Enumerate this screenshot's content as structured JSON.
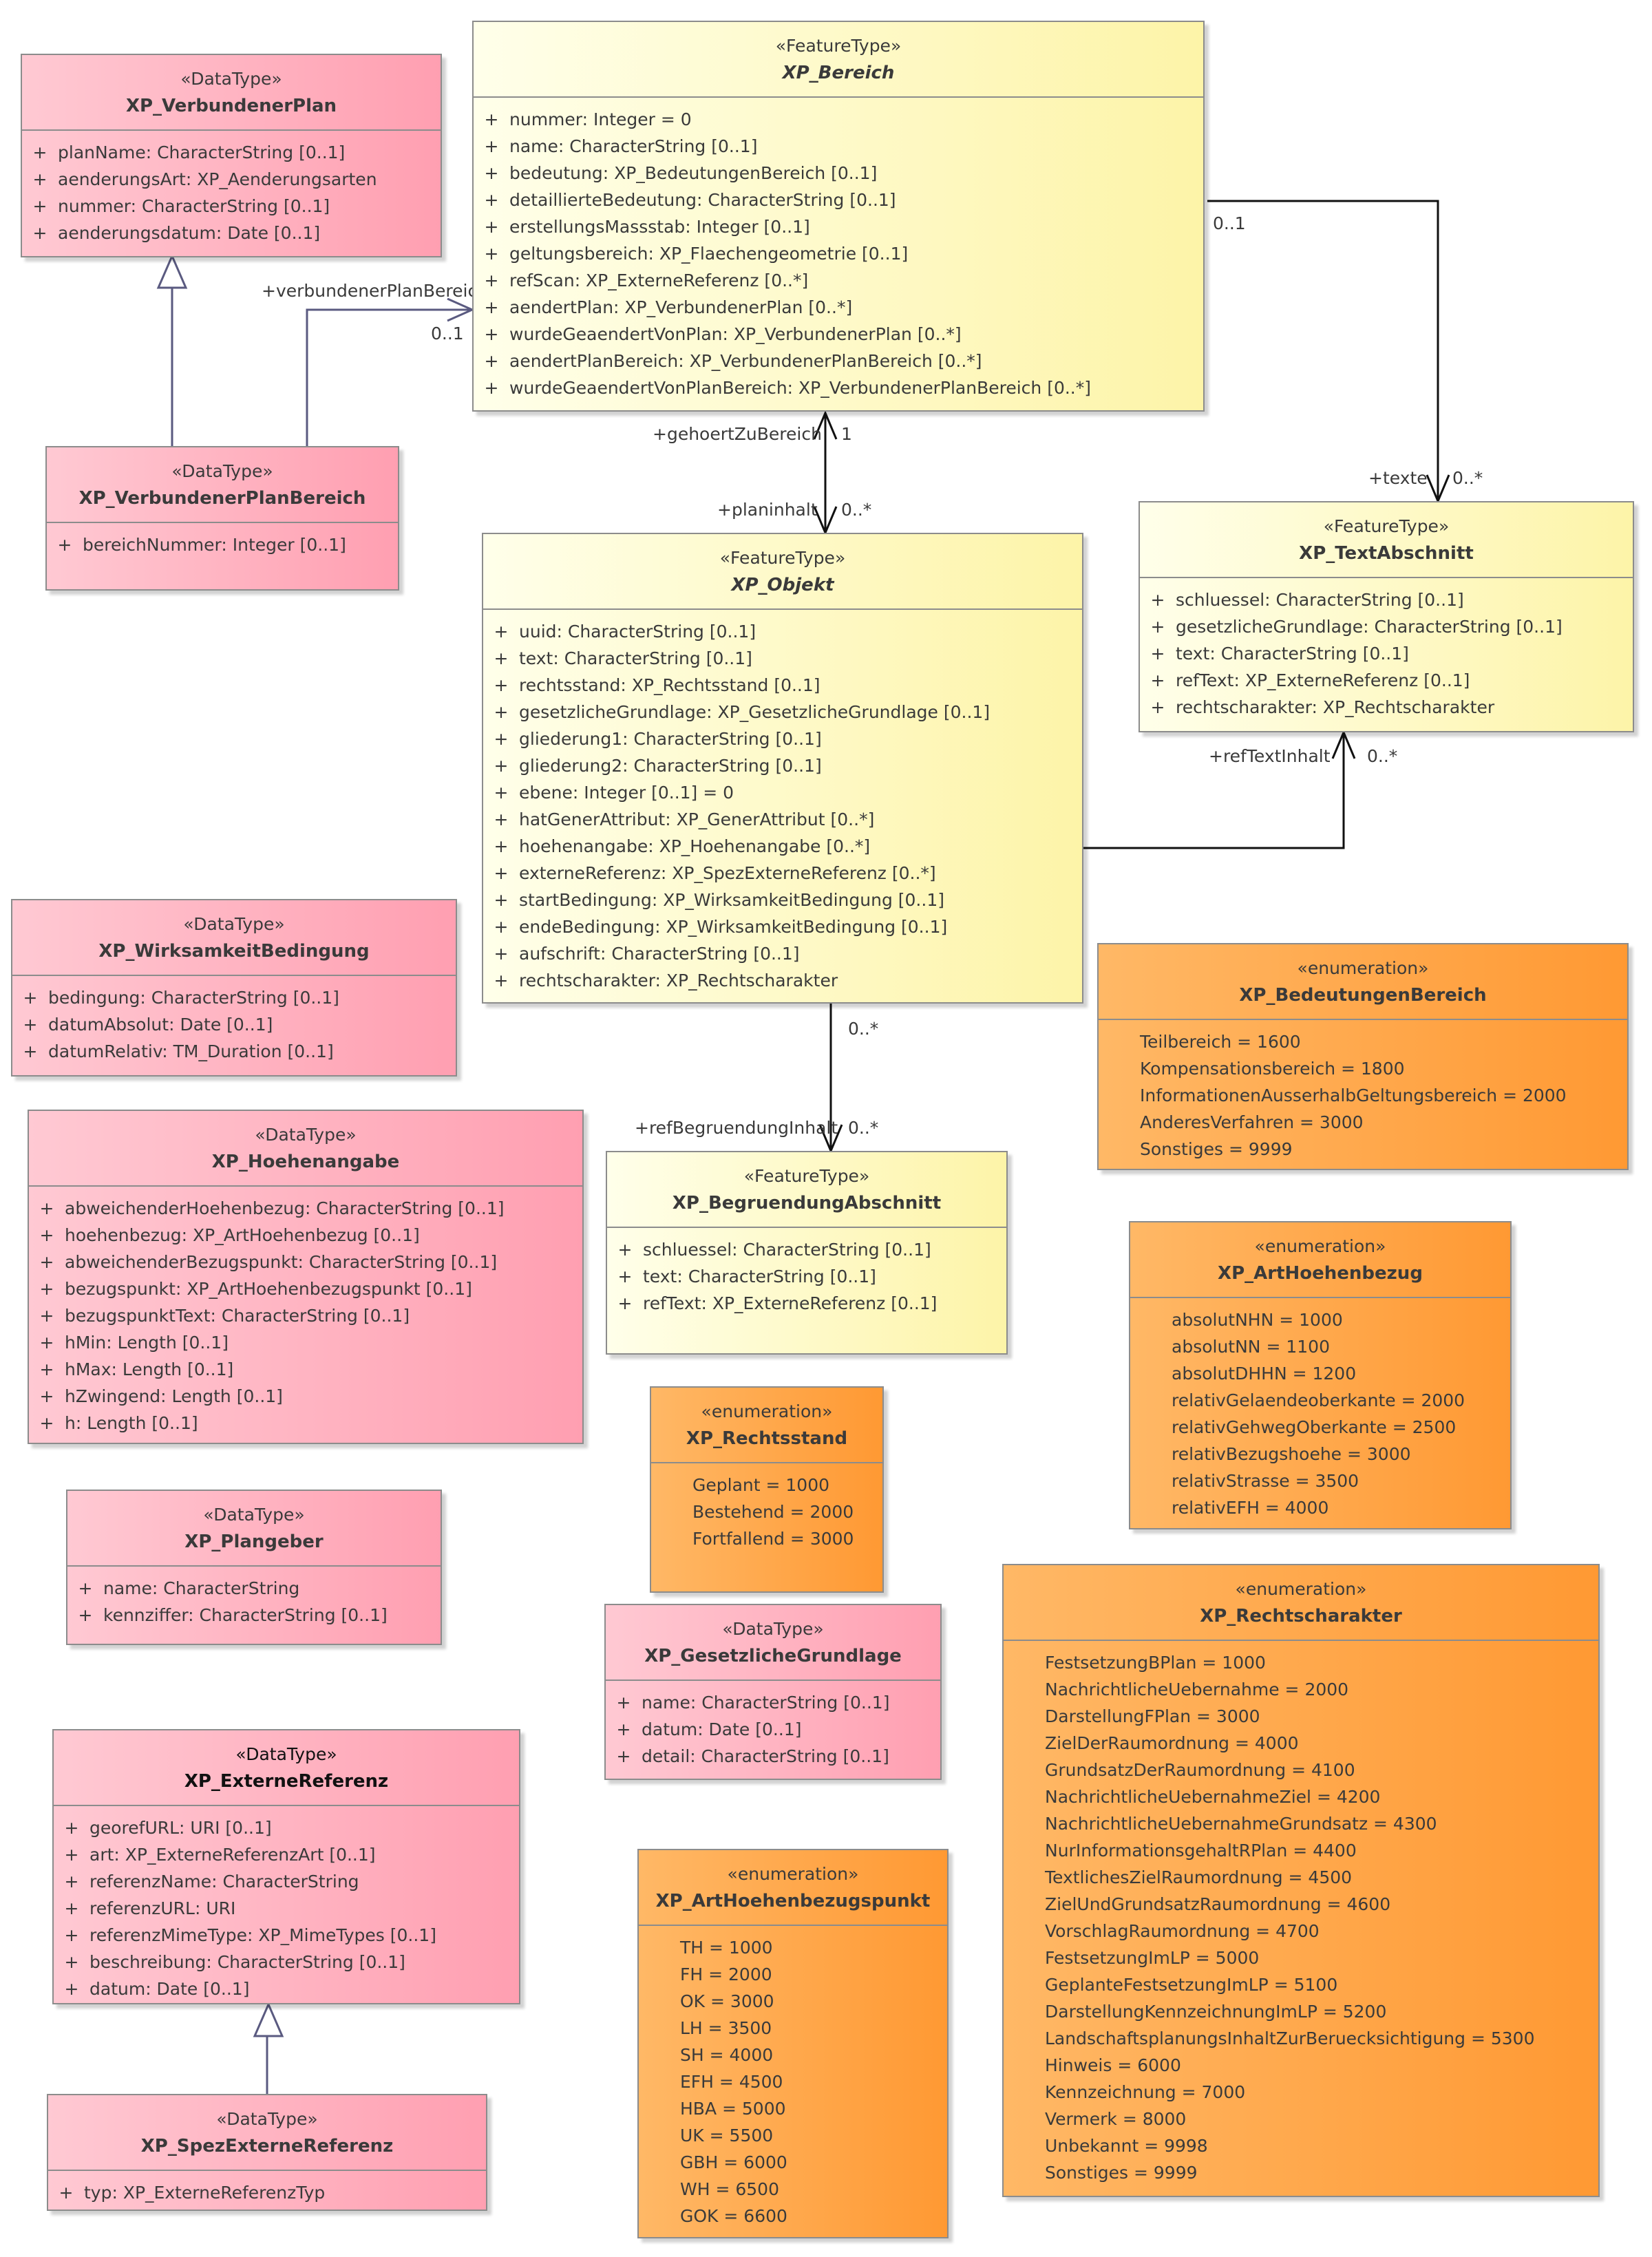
{
  "classes": {
    "verbundenerPlan": {
      "stereotype": "«DataType»",
      "name": "XP_VerbundenerPlan",
      "attrs": [
        {
          "vis": "+",
          "text": "planName: CharacterString [0..1]"
        },
        {
          "vis": "+",
          "text": "aenderungsArt: XP_Aenderungsarten"
        },
        {
          "vis": "+",
          "text": "nummer: CharacterString [0..1]"
        },
        {
          "vis": "+",
          "text": "aenderungsdatum: Date [0..1]"
        }
      ]
    },
    "bereich": {
      "stereotype": "«FeatureType»",
      "name": "XP_Bereich",
      "attrs": [
        {
          "vis": "+",
          "text": "nummer: Integer = 0"
        },
        {
          "vis": "+",
          "text": "name: CharacterString [0..1]"
        },
        {
          "vis": "+",
          "text": "bedeutung: XP_BedeutungenBereich [0..1]"
        },
        {
          "vis": "+",
          "text": "detaillierteBedeutung: CharacterString [0..1]"
        },
        {
          "vis": "+",
          "text": "erstellungsMassstab: Integer [0..1]"
        },
        {
          "vis": "+",
          "text": "geltungsbereich: XP_Flaechengeometrie [0..1]"
        },
        {
          "vis": "+",
          "text": "refScan: XP_ExterneReferenz [0..*]"
        },
        {
          "vis": "+",
          "text": "aendertPlan: XP_VerbundenerPlan [0..*]"
        },
        {
          "vis": "+",
          "text": "wurdeGeaendertVonPlan: XP_VerbundenerPlan [0..*]"
        },
        {
          "vis": "+",
          "text": "aendertPlanBereich: XP_VerbundenerPlanBereich [0..*]"
        },
        {
          "vis": "+",
          "text": "wurdeGeaendertVonPlanBereich: XP_VerbundenerPlanBereich [0..*]"
        }
      ]
    },
    "verbundenerPlanBereich": {
      "stereotype": "«DataType»",
      "name": "XP_VerbundenerPlanBereich",
      "attrs": [
        {
          "vis": "+",
          "text": "bereichNummer: Integer [0..1]"
        }
      ]
    },
    "objekt": {
      "stereotype": "«FeatureType»",
      "name": "XP_Objekt",
      "attrs": [
        {
          "vis": "+",
          "text": "uuid: CharacterString [0..1]"
        },
        {
          "vis": "+",
          "text": "text: CharacterString [0..1]"
        },
        {
          "vis": "+",
          "text": "rechtsstand: XP_Rechtsstand [0..1]"
        },
        {
          "vis": "+",
          "text": "gesetzlicheGrundlage: XP_GesetzlicheGrundlage [0..1]"
        },
        {
          "vis": "+",
          "text": "gliederung1: CharacterString [0..1]"
        },
        {
          "vis": "+",
          "text": "gliederung2: CharacterString [0..1]"
        },
        {
          "vis": "+",
          "text": "ebene: Integer [0..1] = 0"
        },
        {
          "vis": "+",
          "text": "hatGenerAttribut: XP_GenerAttribut [0..*]"
        },
        {
          "vis": "+",
          "text": "hoehenangabe: XP_Hoehenangabe [0..*]"
        },
        {
          "vis": "+",
          "text": "externeReferenz: XP_SpezExterneReferenz [0..*]"
        },
        {
          "vis": "+",
          "text": "startBedingung: XP_WirksamkeitBedingung [0..1]"
        },
        {
          "vis": "+",
          "text": "endeBedingung: XP_WirksamkeitBedingung [0..1]"
        },
        {
          "vis": "+",
          "text": "aufschrift: CharacterString [0..1]"
        },
        {
          "vis": "+",
          "text": "rechtscharakter: XP_Rechtscharakter"
        }
      ]
    },
    "textAbschnitt": {
      "stereotype": "«FeatureType»",
      "name": "XP_TextAbschnitt",
      "attrs": [
        {
          "vis": "+",
          "text": "schluessel: CharacterString [0..1]"
        },
        {
          "vis": "+",
          "text": "gesetzlicheGrundlage: CharacterString [0..1]"
        },
        {
          "vis": "+",
          "text": "text: CharacterString [0..1]"
        },
        {
          "vis": "+",
          "text": "refText: XP_ExterneReferenz [0..1]"
        },
        {
          "vis": "+",
          "text": "rechtscharakter: XP_Rechtscharakter"
        }
      ]
    },
    "wirksamkeitBedingung": {
      "stereotype": "«DataType»",
      "name": "XP_WirksamkeitBedingung",
      "attrs": [
        {
          "vis": "+",
          "text": "bedingung: CharacterString [0..1]"
        },
        {
          "vis": "+",
          "text": "datumAbsolut: Date [0..1]"
        },
        {
          "vis": "+",
          "text": "datumRelativ: TM_Duration [0..1]"
        }
      ]
    },
    "bedeutungenBereich": {
      "stereotype": "«enumeration»",
      "name": "XP_BedeutungenBereich",
      "literals": [
        "Teilbereich = 1600",
        "Kompensationsbereich = 1800",
        "InformationenAusserhalbGeltungsbereich = 2000",
        "AnderesVerfahren = 3000",
        "Sonstiges = 9999"
      ]
    },
    "hoehenangabe": {
      "stereotype": "«DataType»",
      "name": "XP_Hoehenangabe",
      "attrs": [
        {
          "vis": "+",
          "text": "abweichenderHoehenbezug: CharacterString [0..1]"
        },
        {
          "vis": "+",
          "text": "hoehenbezug: XP_ArtHoehenbezug [0..1]"
        },
        {
          "vis": "+",
          "text": "abweichenderBezugspunkt: CharacterString [0..1]"
        },
        {
          "vis": "+",
          "text": "bezugspunkt: XP_ArtHoehenbezugspunkt [0..1]"
        },
        {
          "vis": "+",
          "text": "bezugspunktText: CharacterString [0..1]"
        },
        {
          "vis": "+",
          "text": "hMin: Length [0..1]"
        },
        {
          "vis": "+",
          "text": "hMax: Length [0..1]"
        },
        {
          "vis": "+",
          "text": "hZwingend: Length [0..1]"
        },
        {
          "vis": "+",
          "text": "h: Length [0..1]"
        }
      ]
    },
    "begruendungAbschnitt": {
      "stereotype": "«FeatureType»",
      "name": "XP_BegruendungAbschnitt",
      "attrs": [
        {
          "vis": "+",
          "text": "schluessel: CharacterString [0..1]"
        },
        {
          "vis": "+",
          "text": "text: CharacterString [0..1]"
        },
        {
          "vis": "+",
          "text": "refText: XP_ExterneReferenz [0..1]"
        }
      ]
    },
    "artHoehenbezug": {
      "stereotype": "«enumeration»",
      "name": "XP_ArtHoehenbezug",
      "literals": [
        "absolutNHN = 1000",
        "absolutNN = 1100",
        "absolutDHHN = 1200",
        "relativGelaendeoberkante = 2000",
        "relativGehwegOberkante = 2500",
        "relativBezugshoehe = 3000",
        "relativStrasse = 3500",
        "relativEFH = 4000"
      ]
    },
    "rechtsstand": {
      "stereotype": "«enumeration»",
      "name": "XP_Rechtsstand",
      "literals": [
        "Geplant = 1000",
        "Bestehend = 2000",
        "Fortfallend = 3000"
      ]
    },
    "plangeber": {
      "stereotype": "«DataType»",
      "name": "XP_Plangeber",
      "attrs": [
        {
          "vis": "+",
          "text": "name: CharacterString"
        },
        {
          "vis": "+",
          "text": "kennziffer: CharacterString [0..1]"
        }
      ]
    },
    "gesetzlicheGrundlage": {
      "stereotype": "«DataType»",
      "name": "XP_GesetzlicheGrundlage",
      "attrs": [
        {
          "vis": "+",
          "text": "name: CharacterString [0..1]"
        },
        {
          "vis": "+",
          "text": "datum: Date [0..1]"
        },
        {
          "vis": "+",
          "text": "detail: CharacterString [0..1]"
        }
      ]
    },
    "rechtscharakter": {
      "stereotype": "«enumeration»",
      "name": "XP_Rechtscharakter",
      "literals": [
        "FestsetzungBPlan = 1000",
        "NachrichtlicheUebernahme = 2000",
        "DarstellungFPlan = 3000",
        "ZielDerRaumordnung = 4000",
        "GrundsatzDerRaumordnung = 4100",
        "NachrichtlicheUebernahmeZiel = 4200",
        "NachrichtlicheUebernahmeGrundsatz = 4300",
        "NurInformationsgehaltRPlan = 4400",
        "TextlichesZielRaumordnung = 4500",
        "ZielUndGrundsatzRaumordnung = 4600",
        "VorschlagRaumordnung = 4700",
        "FestsetzungImLP = 5000",
        "GeplanteFestsetzungImLP = 5100",
        "DarstellungKennzeichnungImLP = 5200",
        "LandschaftsplanungsInhaltZurBeruecksichtigung = 5300",
        "Hinweis = 6000",
        "Kennzeichnung = 7000",
        "Vermerk = 8000",
        "Unbekannt = 9998",
        "Sonstiges = 9999"
      ]
    },
    "externeReferenz": {
      "stereotype": "«DataType»",
      "name": "XP_ExterneReferenz",
      "attrs": [
        {
          "vis": "+",
          "text": "georefURL: URI [0..1]"
        },
        {
          "vis": "+",
          "text": "art: XP_ExterneReferenzArt [0..1]"
        },
        {
          "vis": "+",
          "text": "referenzName: CharacterString"
        },
        {
          "vis": "+",
          "text": "referenzURL: URI"
        },
        {
          "vis": "+",
          "text": "referenzMimeType: XP_MimeTypes [0..1]"
        },
        {
          "vis": "+",
          "text": "beschreibung: CharacterString [0..1]"
        },
        {
          "vis": "+",
          "text": "datum: Date [0..1]"
        }
      ]
    },
    "artHoehenbezugspunkt": {
      "stereotype": "«enumeration»",
      "name": "XP_ArtHoehenbezugspunkt",
      "literals": [
        "TH = 1000",
        "FH = 2000",
        "OK = 3000",
        "LH = 3500",
        "SH = 4000",
        "EFH = 4500",
        "HBA = 5000",
        "UK = 5500",
        "GBH = 6000",
        "WH = 6500",
        "GOK = 6600"
      ]
    },
    "spezExterneReferenz": {
      "stereotype": "«DataType»",
      "name": "XP_SpezExterneReferenz",
      "attrs": [
        {
          "vis": "+",
          "text": "typ: XP_ExterneReferenzTyp"
        }
      ]
    }
  },
  "labels": {
    "verbundenerPlanBereichRole": "+verbundenerPlanBereich",
    "verbundenerPlanBereichMult": "0..1",
    "bereichTexteMult": "0..1",
    "texteRole": "+texte",
    "texteMult": "0..*",
    "gehoertZuBereichRole": "+gehoertZuBereich",
    "gehoertZuBereichMult": "1",
    "planinhaltRole": "+planinhalt",
    "planinhaltMult": "0..*",
    "refTextInhaltRole": "+refTextInhalt",
    "refTextInhaltMult": "0..*",
    "objektBegruendungMult": "0..*",
    "refBegruendungInhaltRole": "+refBegruendungInhalt",
    "refBegruendungInhaltMult": "0..*"
  }
}
